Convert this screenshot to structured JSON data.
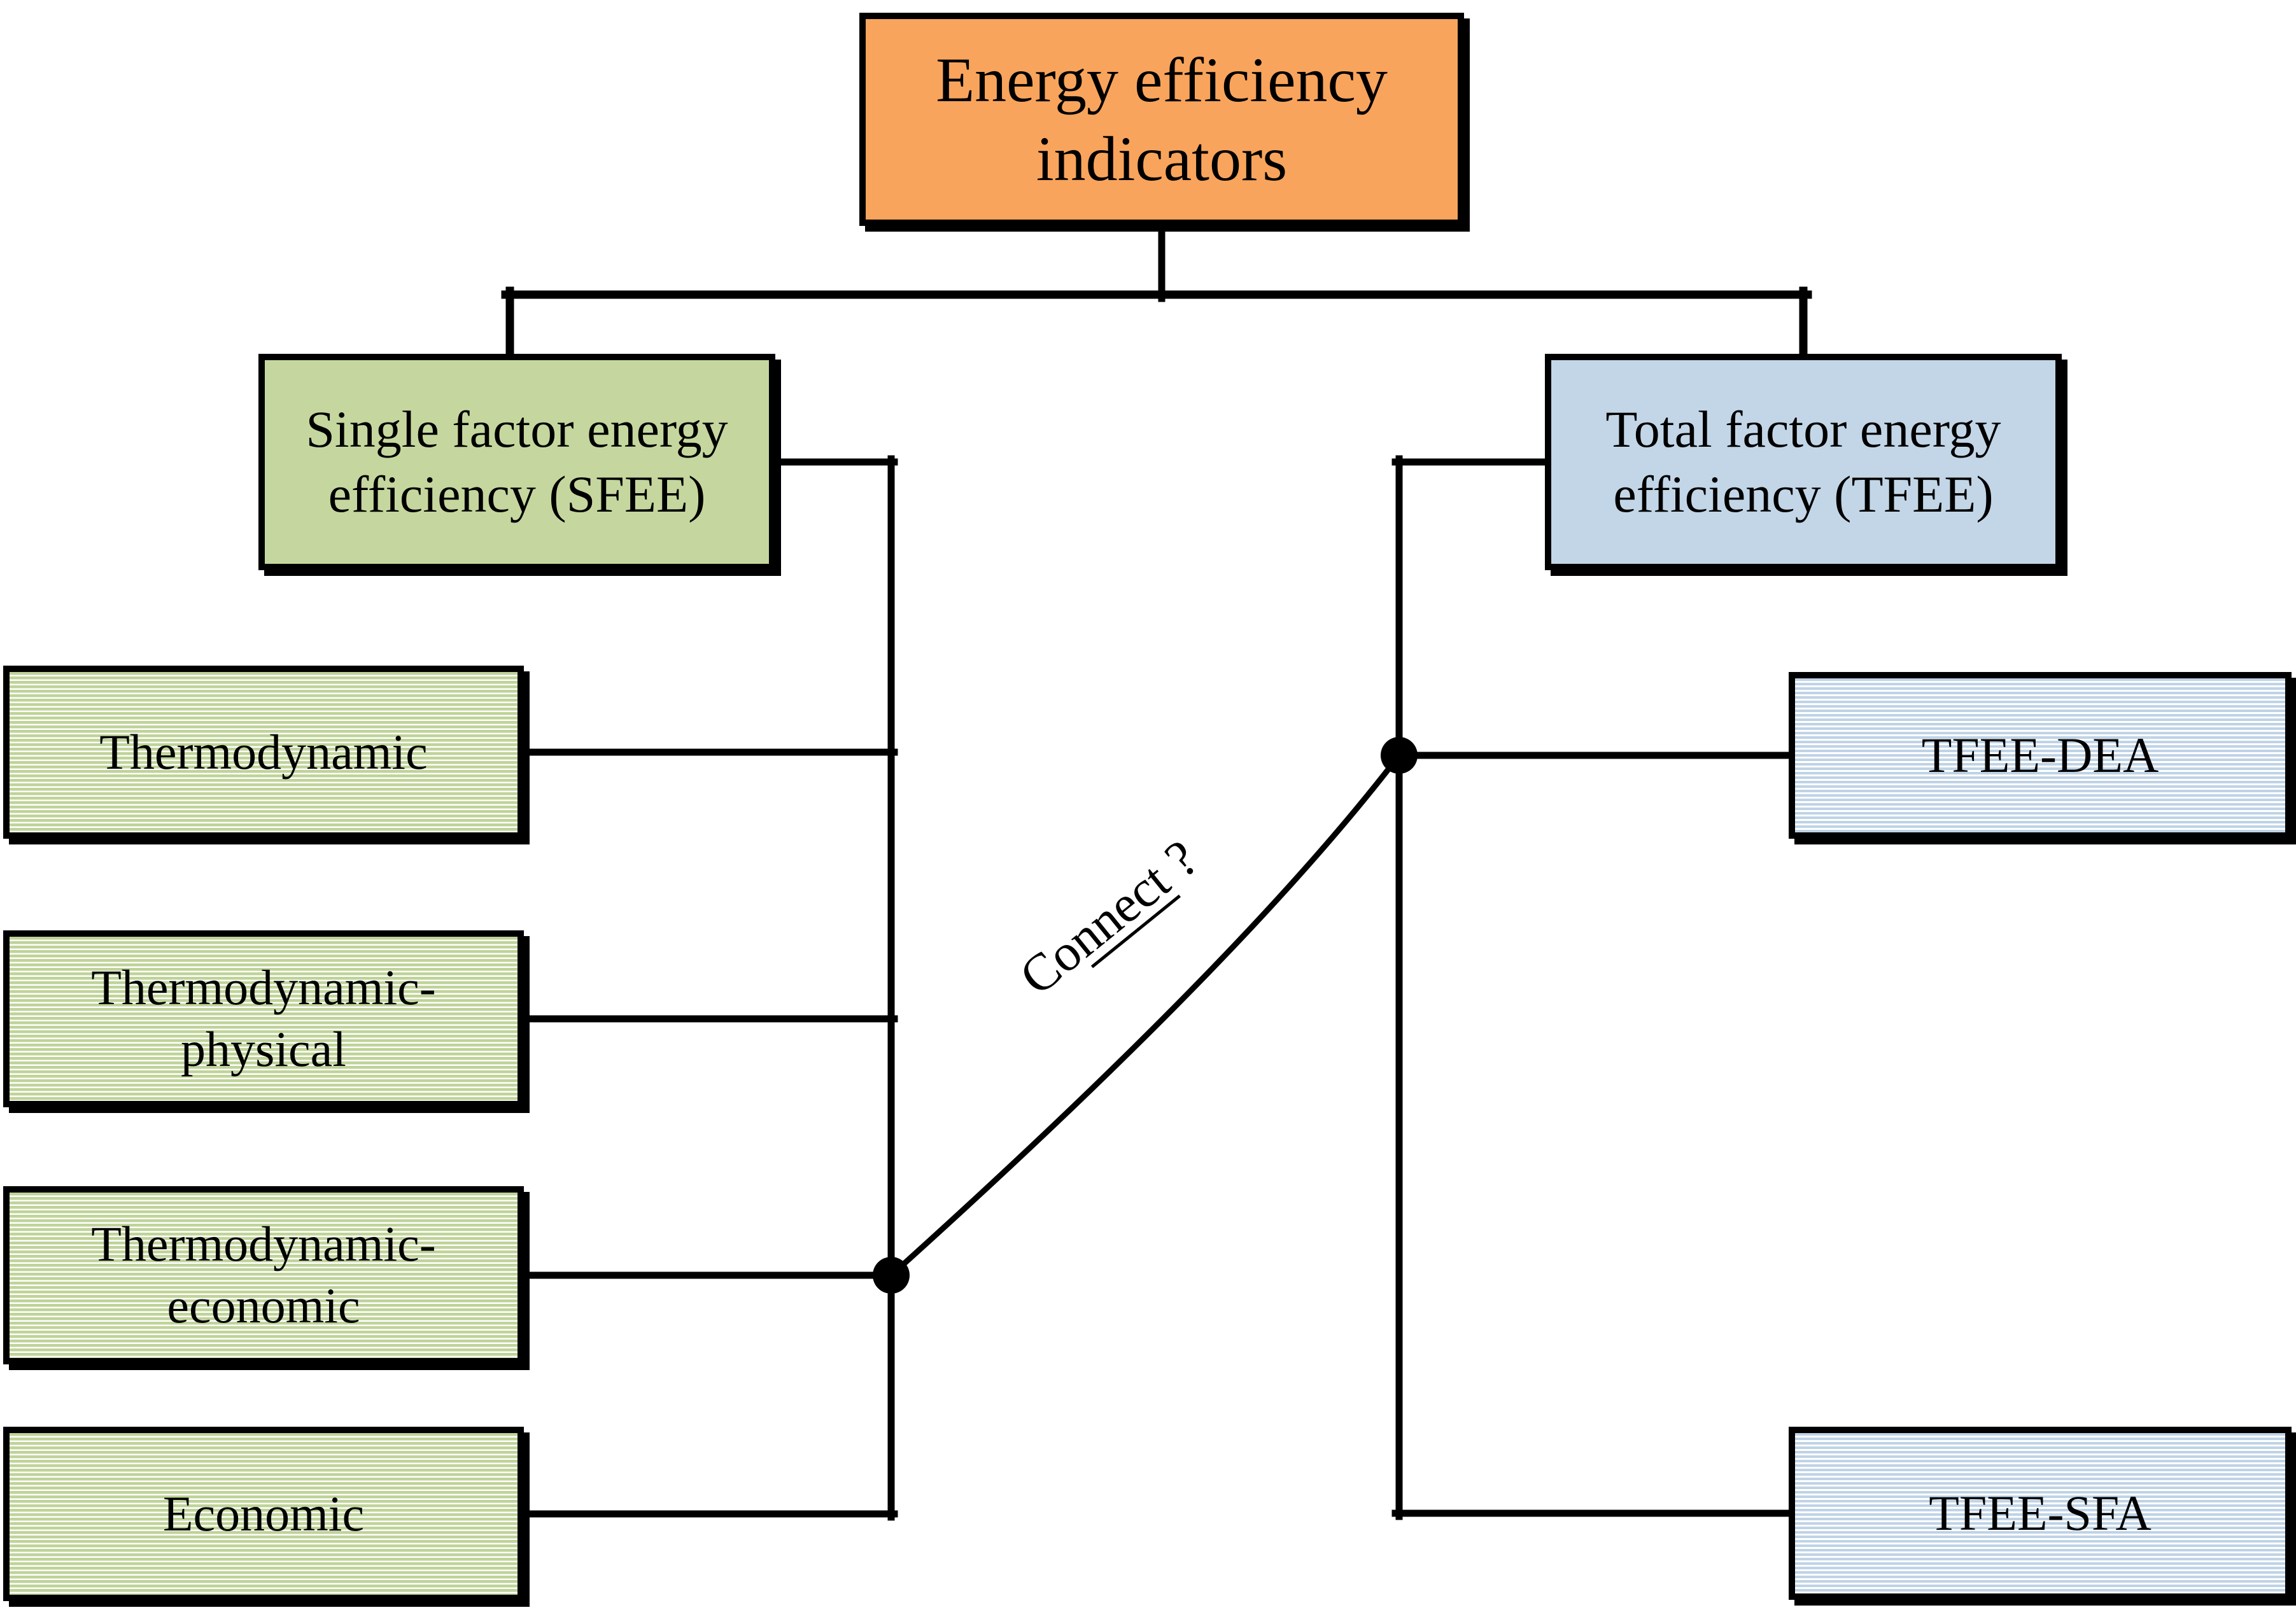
{
  "diagram": {
    "title": {
      "label": "Energy efficiency indicators"
    },
    "sfee": {
      "label": "Single factor energy efficiency (SFEE)"
    },
    "tfee": {
      "label": "Total factor energy efficiency (TFEE)"
    },
    "sfee_children": {
      "thermodynamic": {
        "label": "Thermodynamic"
      },
      "thermodynamic_physical": {
        "label": "Thermodynamic-physical"
      },
      "thermodynamic_economic": {
        "label": "Thermodynamic-economic"
      },
      "economic": {
        "label": "Economic"
      }
    },
    "tfee_children": {
      "tfee_dea": {
        "label": "TFEE-DEA"
      },
      "tfee_sfa": {
        "label": "TFEE-SFA"
      }
    },
    "connect_label": {
      "prefix": "Co",
      "underlined": "nnect",
      "suffix": " ?"
    }
  },
  "colors": {
    "title_fill": "#F9A45C",
    "sfee_fill": "#C5D79E",
    "tfee_fill": "#C3D6E7",
    "pattern_green": "#BFD398",
    "pattern_blue": "#BFD3E6",
    "line": "#000000"
  }
}
